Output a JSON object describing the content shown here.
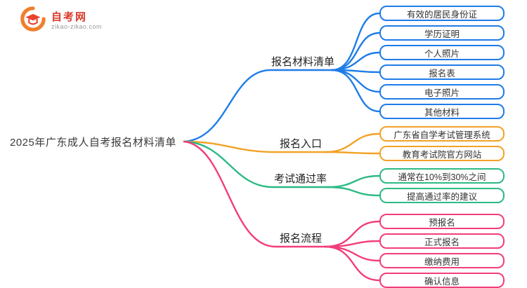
{
  "logo": {
    "title": "自考网",
    "subtitle": "zikao-zikao.com"
  },
  "root": {
    "label": "2025年广东成人自考报名材料清单"
  },
  "branches": [
    {
      "label": "报名材料清单",
      "color": "#1e7ce8",
      "children": [
        "有效的居民身份证",
        "学历证明",
        "个人照片",
        "报名表",
        "电子照片",
        "其他材料"
      ]
    },
    {
      "label": "报名入口",
      "color": "#f2a226",
      "children": [
        "广东省自学考试管理系统",
        "教育考试院官方网站"
      ]
    },
    {
      "label": "考试通过率",
      "color": "#2cba84",
      "children": [
        "通常在10%到30%之间",
        "提高通过率的建议"
      ]
    },
    {
      "label": "报名流程",
      "color": "#f23d7c",
      "children": [
        "预报名",
        "正式报名",
        "缴纳费用",
        "确认信息"
      ]
    }
  ]
}
